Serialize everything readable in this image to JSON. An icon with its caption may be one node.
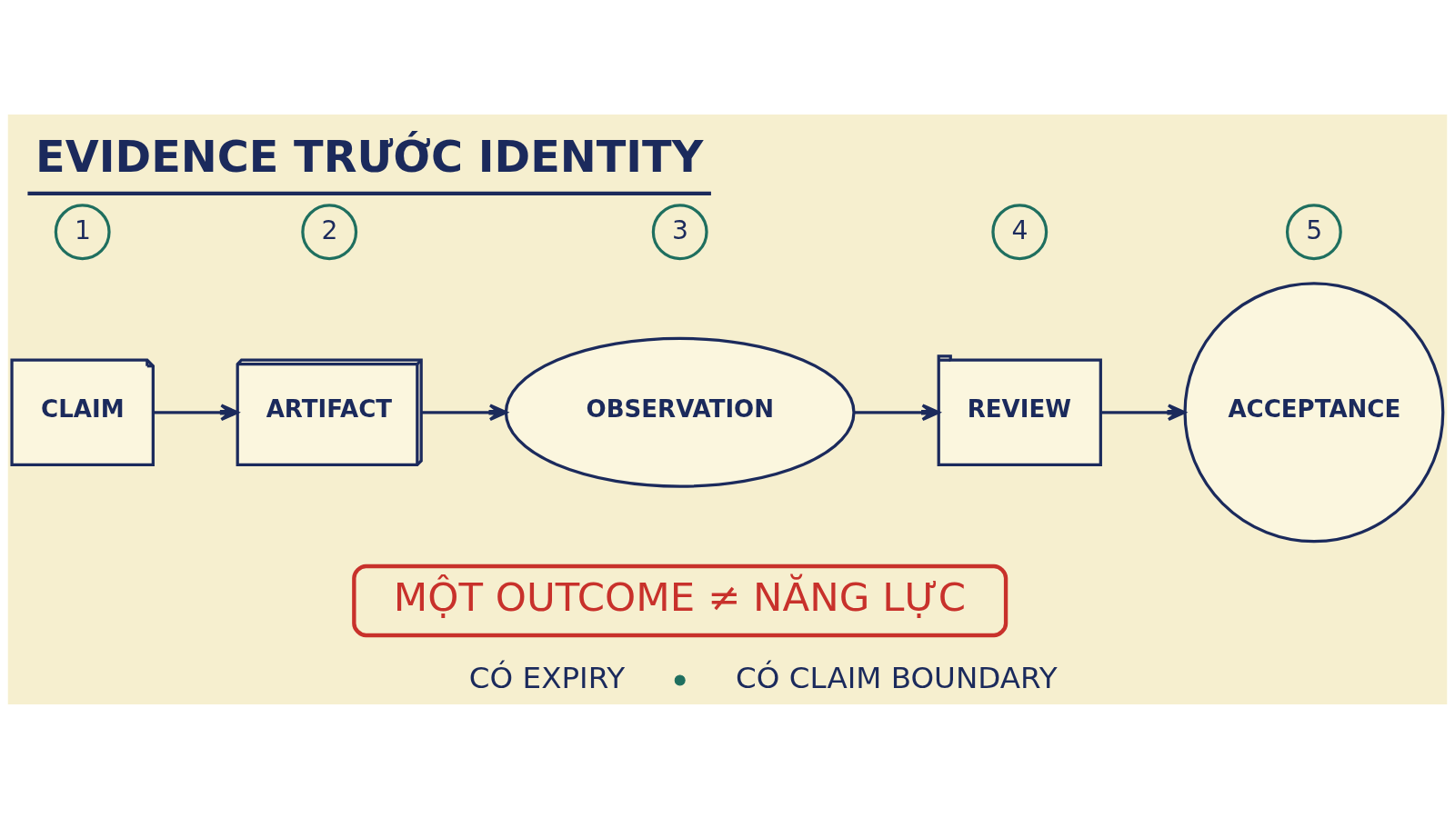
{
  "diagram": {
    "title": "EVIDENCE TRƯỚC IDENTITY",
    "nodes": [
      {
        "text": [
          "1"
        ]
      },
      {
        "text": [
          "2"
        ]
      },
      {
        "text": [
          "3"
        ]
      },
      {
        "text": [
          "4"
        ]
      },
      {
        "text": [
          "5"
        ]
      },
      {
        "text": [
          "CLAIM"
        ]
      },
      {
        "text": [
          "ARTIFACT"
        ]
      },
      {
        "text": [
          "OBSERVATION"
        ]
      },
      {
        "text": [
          "REVIEW"
        ]
      },
      {
        "text": [
          "ACCEPTANCE"
        ]
      },
      {
        "text": [
          "MỘT OUTCOME ≠ NĂNG LỰC"
        ]
      }
    ],
    "edges": [
      {
        "from": 5,
        "to": 6,
        "arrow": "to"
      },
      {
        "from": 6,
        "to": 7,
        "arrow": "to"
      },
      {
        "from": 7,
        "to": 8,
        "arrow": "to"
      },
      {
        "from": 8,
        "to": 9,
        "arrow": "to"
      }
    ],
    "labels": [
      "CÓ EXPIRY",
      "CÓ CLAIM BOUNDARY"
    ]
  }
}
